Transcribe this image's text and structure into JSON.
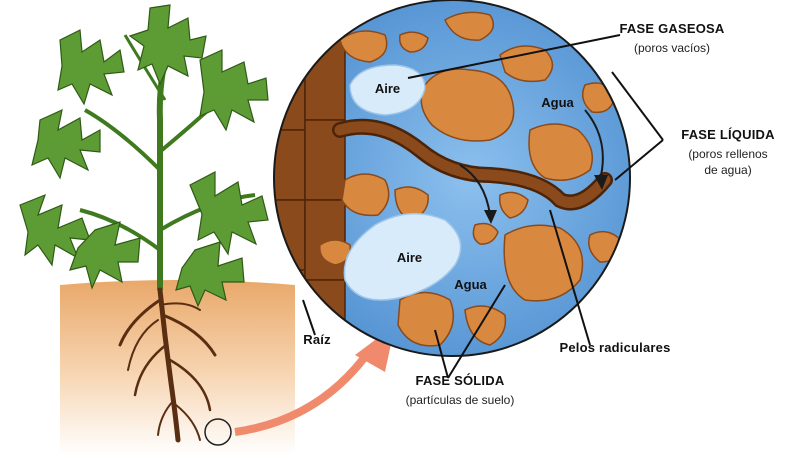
{
  "labels": {
    "gaseosa_title": "FASE GASEOSA",
    "gaseosa_sub": "(poros vacíos)",
    "liquida_title": "FASE LÍQUIDA",
    "liquida_sub_1": "(poros rellenos",
    "liquida_sub_2": "de agua)",
    "solida_title": "FASE SÓLIDA",
    "solida_sub": "(partículas de suelo)",
    "pelos": "Pelos radiculares",
    "raiz": "Raíz",
    "aire_top": "Aire",
    "aire_bottom": "Aire",
    "agua_top": "Agua",
    "agua_bottom": "Agua"
  },
  "colors": {
    "water": "#6fa8e0",
    "soil_particle": "#d9893f",
    "root": "#8a4a1c",
    "air_pocket": "#d8ebfa",
    "plant_green": "#5d9b34",
    "ground": "#f3c79a",
    "arrow": "#f08a6c"
  }
}
